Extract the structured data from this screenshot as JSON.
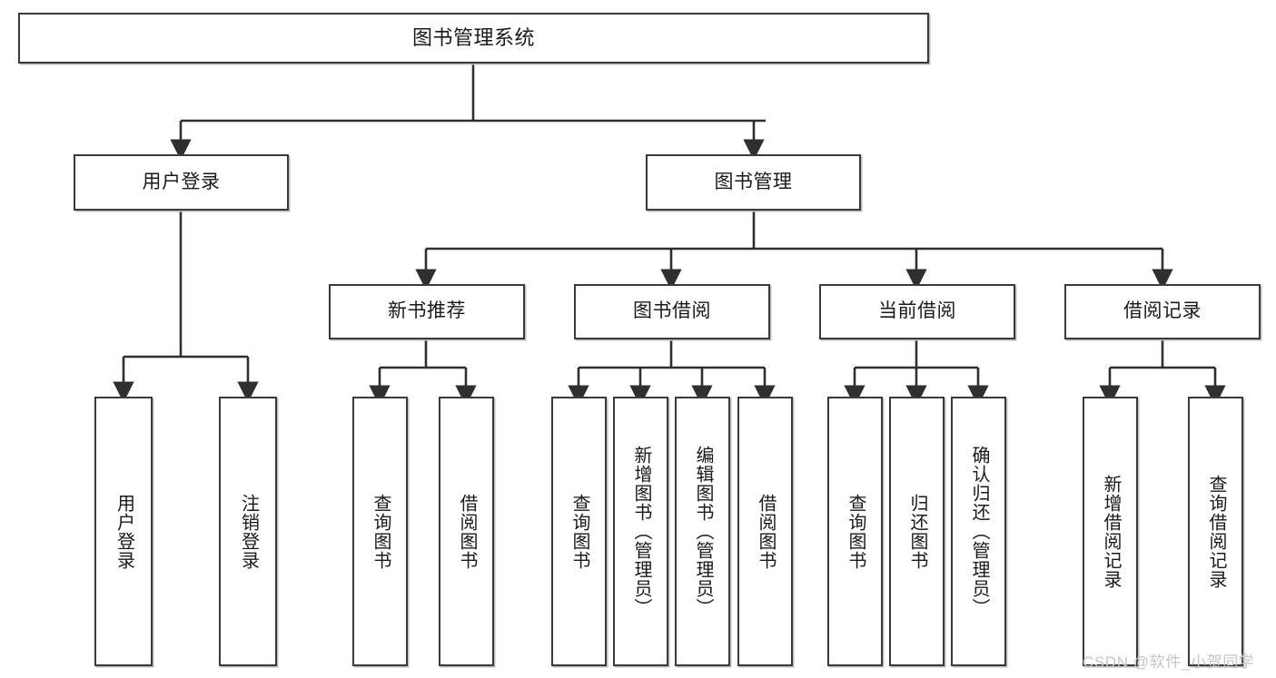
{
  "diagram": {
    "title": "图书管理系统",
    "type": "tree-hierarchy",
    "watermark": "CSDN @软件_小贺同学",
    "colors": {
      "box_border": "#3a3a3a",
      "box_fill": "#ffffff",
      "connector": "#2f2f2f",
      "text": "#1a1a1a",
      "watermark": "#c6c6c6",
      "background": "#ffffff"
    },
    "nodes": {
      "root": {
        "label": "图书管理系统"
      },
      "level1": [
        {
          "id": "user-login",
          "label": "用户登录"
        },
        {
          "id": "book-manage",
          "label": "图书管理"
        }
      ],
      "level2": [
        {
          "id": "new-book-recommend",
          "label": "新书推荐"
        },
        {
          "id": "book-borrow",
          "label": "图书借阅"
        },
        {
          "id": "current-borrow",
          "label": "当前借阅"
        },
        {
          "id": "borrow-record",
          "label": "借阅记录"
        }
      ],
      "leaves": {
        "user-login": [
          {
            "id": "leaf-user-login",
            "label": "用户登录"
          },
          {
            "id": "leaf-logout-login",
            "label": "注销登录"
          }
        ],
        "new-book-recommend": [
          {
            "id": "leaf-query-book-1",
            "label": "查询图书"
          },
          {
            "id": "leaf-borrow-book-1",
            "label": "借阅图书"
          }
        ],
        "book-borrow": [
          {
            "id": "leaf-query-book-2",
            "label": "查询图书"
          },
          {
            "id": "leaf-add-book",
            "label": "新增图书（管理员）"
          },
          {
            "id": "leaf-edit-book",
            "label": "编辑图书（管理员）"
          },
          {
            "id": "leaf-borrow-book-2",
            "label": "借阅图书"
          }
        ],
        "current-borrow": [
          {
            "id": "leaf-query-book-3",
            "label": "查询图书"
          },
          {
            "id": "leaf-return-book",
            "label": "归还图书"
          },
          {
            "id": "leaf-confirm-return",
            "label": "确认归还（管理员）"
          }
        ],
        "borrow-record": [
          {
            "id": "leaf-add-record",
            "label": "新增借阅记录"
          },
          {
            "id": "leaf-query-record",
            "label": "查询借阅记录"
          }
        ]
      }
    }
  }
}
